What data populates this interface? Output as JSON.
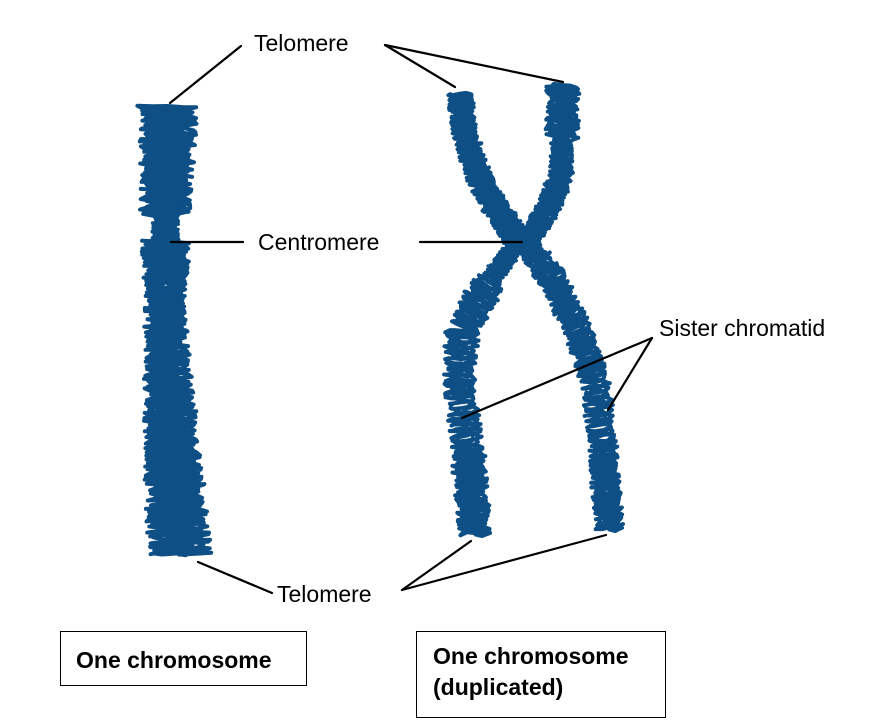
{
  "labels": {
    "telomere_top": "Telomere",
    "centromere": "Centromere",
    "sister_chromatid": "Sister chromatid",
    "telomere_bottom": "Telomere"
  },
  "captions": {
    "single": "One chromosome",
    "duplicated_line1": "One chromosome",
    "duplicated_line2": "(duplicated)"
  },
  "colors": {
    "chromatin": "#0e4f86",
    "leader_line": "#000000",
    "background": "#ffffff"
  }
}
